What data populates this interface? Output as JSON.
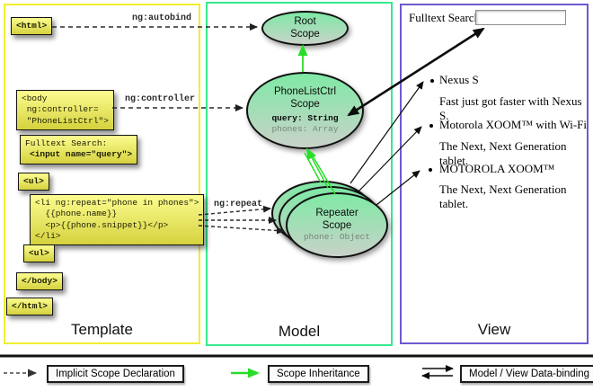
{
  "columns": {
    "template": "Template",
    "model": "Model",
    "view": "View"
  },
  "template": {
    "html_open": "<html>",
    "body_open": "<body\n ng:controller=\n \"PhoneListCtrl\">",
    "fulltext_label": "Fulltext Search:",
    "fulltext_input": "<input name=\"query\">",
    "ul_open": "<ul>",
    "li_repeat": "<li ng:repeat=\"phone in phones\">\n  {{phone.name}}\n  <p>{{phone.snippet}}</p>\n</li>",
    "ul_close": "<ul>",
    "body_close": "</body>",
    "html_close": "</html>"
  },
  "arrow_labels": {
    "ng_autobind": "ng:autobind",
    "ng_controller": "ng:controller",
    "ng_repeat": "ng:repeat"
  },
  "model": {
    "root_scope": "Root\nScope",
    "phonelist_scope": "PhoneListCtrl\nScope",
    "phonelist_query": "query: String",
    "phonelist_phones": "phones: Array",
    "repeater_scope": "Repeater\nScope",
    "repeater_phone": "phone: Object"
  },
  "view": {
    "fulltext_label": "Fulltext Search:",
    "search_value": "",
    "items": [
      {
        "title": "Nexus S",
        "desc": "Fast just got faster with Nexus S."
      },
      {
        "title": "Motorola XOOM™ with Wi-Fi",
        "desc": "The Next, Next Generation tablet."
      },
      {
        "title": "MOTOROLA XOOM™",
        "desc": "The Next, Next Generation tablet."
      }
    ]
  },
  "legend": {
    "implicit": "Implicit Scope Declaration",
    "inheritance": "Scope Inheritance",
    "binding": "Model / View Data-binding"
  },
  "colors": {
    "template_border": "#f0ef2f",
    "model_border": "#36e98e",
    "view_border": "#6b5bd1",
    "inheritance_green": "#2bdd2b"
  }
}
